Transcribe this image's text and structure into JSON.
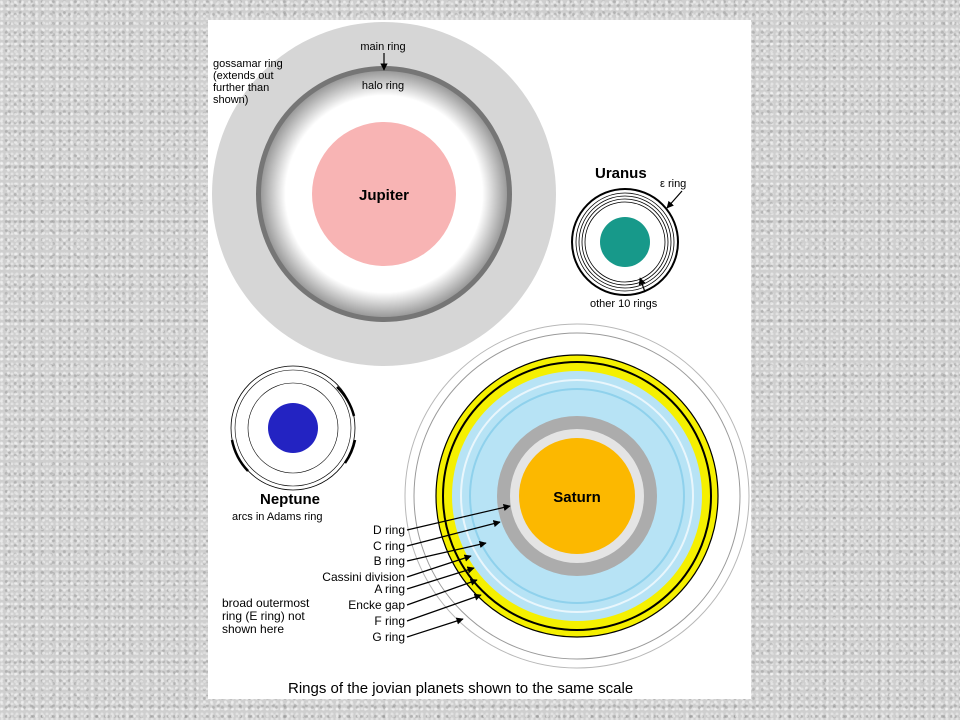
{
  "colors": {
    "jupiter": "#f8b4b4",
    "uranus": "#17998a",
    "neptune": "#2323c2",
    "saturn": "#fcb800",
    "saturn_b_ring": "#b7e3f5",
    "saturn_f_ring": "#f5f000",
    "jupiter_gossamar": "#d6d6d6",
    "ring_gray": "#a9a9a9"
  },
  "jupiter": {
    "name": "Jupiter",
    "labels": {
      "main_ring": "main ring",
      "halo_ring": "halo ring",
      "gossamar_1": "gossamar ring",
      "gossamar_2": "(extends out",
      "gossamar_3": "further than",
      "gossamar_4": "shown)"
    }
  },
  "uranus": {
    "name": "Uranus",
    "epsilon_ring": "ε ring",
    "other_rings": "other 10 rings"
  },
  "neptune": {
    "name": "Neptune",
    "subtitle": "arcs in Adams ring"
  },
  "saturn": {
    "name": "Saturn",
    "ring_labels": [
      "D ring",
      "C ring",
      "B ring",
      "Cassini division",
      "A ring",
      "Encke gap",
      "F ring",
      "G ring"
    ],
    "note": [
      "broad outermost",
      "ring (E ring) not",
      "shown here"
    ]
  },
  "caption": "Rings of the jovian planets shown to the same scale"
}
